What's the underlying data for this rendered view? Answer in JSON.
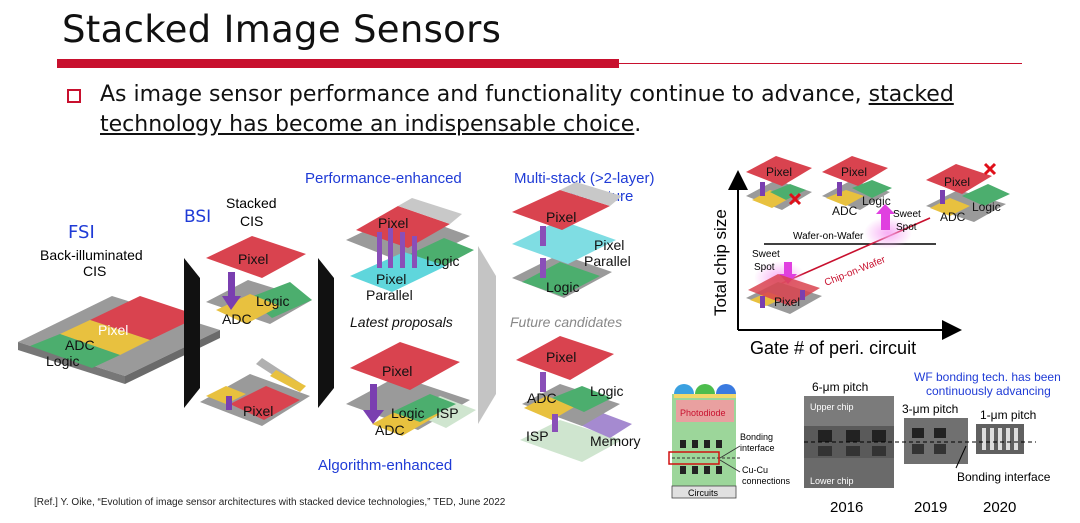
{
  "slide": {
    "title": "Stacked Image Sensors",
    "bullet": {
      "line1_plain": "As image sensor performance and functionality continue to advance, ",
      "line1_underlined": "stacked",
      "line2_underlined": "technology has become an indispensable choice",
      "line2_tail": "."
    },
    "reference": "[Ref.] Y. Oike, “Evolution of image sensor architectures with stacked device technologies,” TED, June 2022"
  },
  "evolution": {
    "fsi": "FSI",
    "bi_line1": "Back-illuminated",
    "bi_line2": "CIS",
    "bsi": "BSI",
    "stacked_line1": "Stacked",
    "stacked_line2": "CIS",
    "perf_enhanced": "Performance-enhanced",
    "latest": "Latest proposals",
    "algo_enhanced": "Algorithm-enhanced",
    "multistack_line1": "Multi-stack (>2-layer)",
    "multistack_line2": "architecture",
    "future": "Future candidates",
    "layers": {
      "pixel": "Pixel",
      "logic": "Logic",
      "adc": "ADC",
      "pixel_parallel_line1": "Pixel",
      "pixel_parallel_line2": "Parallel",
      "isp": "ISP",
      "memory": "Memory"
    }
  },
  "chip_chart": {
    "ylabel": "Total chip size",
    "xlabel": "Gate # of peri. circuit",
    "wafer_on_wafer": "Wafer-on-Wafer",
    "chip_on_wafer": "Chip-on-Wafer",
    "sweet_spot_line1": "Sweet",
    "sweet_spot_line2": "Spot",
    "pixel": "Pixel",
    "adc": "ADC",
    "logic": "Logic"
  },
  "bonding": {
    "photodiode": "Photodiode",
    "bonding_line1": "Bonding",
    "bonding_line2": "interface",
    "cucu_line1": "Cu-Cu",
    "cucu_line2": "connections",
    "circuits": "Circuits",
    "upper_chip": "Upper chip",
    "lower_chip": "Lower chip",
    "wf_note_line1": "WF bonding tech. has been",
    "wf_note_line2": "continuously advancing",
    "pitch_6": "6-μm pitch",
    "pitch_3": "3-μm pitch",
    "pitch_1": "1-μm pitch",
    "bonding_interface": "Bonding interface",
    "year_2016": "2016",
    "year_2019": "2019",
    "year_2020": "2020"
  },
  "colors": {
    "accent_red": "#c8102e",
    "label_blue": "#1f3bd6",
    "pixel_red": "#d9434f",
    "logic_green": "#4cae6e",
    "adc_yellow": "#e8c13f",
    "parallel_cyan": "#5fd6dc",
    "isp_green": "#a6d9a3",
    "memory_purple": "#a58ad0",
    "arrow_purple": "#7a3fb0",
    "sweet_magenta": "#e040e0"
  }
}
